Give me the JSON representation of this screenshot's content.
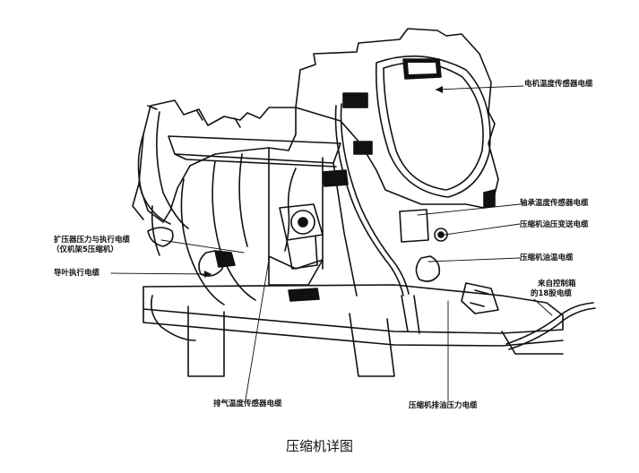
{
  "figure": {
    "caption": "压缩机详图",
    "labels": {
      "motor_temp_sensor_cable": "电机温度传感器电缆",
      "bearing_temp_sensor_cable": "轴承温度传感器电缆",
      "oil_pressure_transducer_cable": "压缩机油压变送电缆",
      "oil_temp_cable": "压缩机油温电缆",
      "from_control_box": "来自控制箱",
      "cable_18": "的18股电缆",
      "diffuser_actuator_cable": "扩压器压力与执行电缆",
      "diffuser_actuator_note": "（仅机架5压缩机）",
      "guide_vane_actuator_cable": "导叶执行电缆",
      "discharge_temp_sensor_cable": "排气温度传感器电缆",
      "oil_drain_pressure_cable": "压缩机排油压力电缆"
    }
  }
}
